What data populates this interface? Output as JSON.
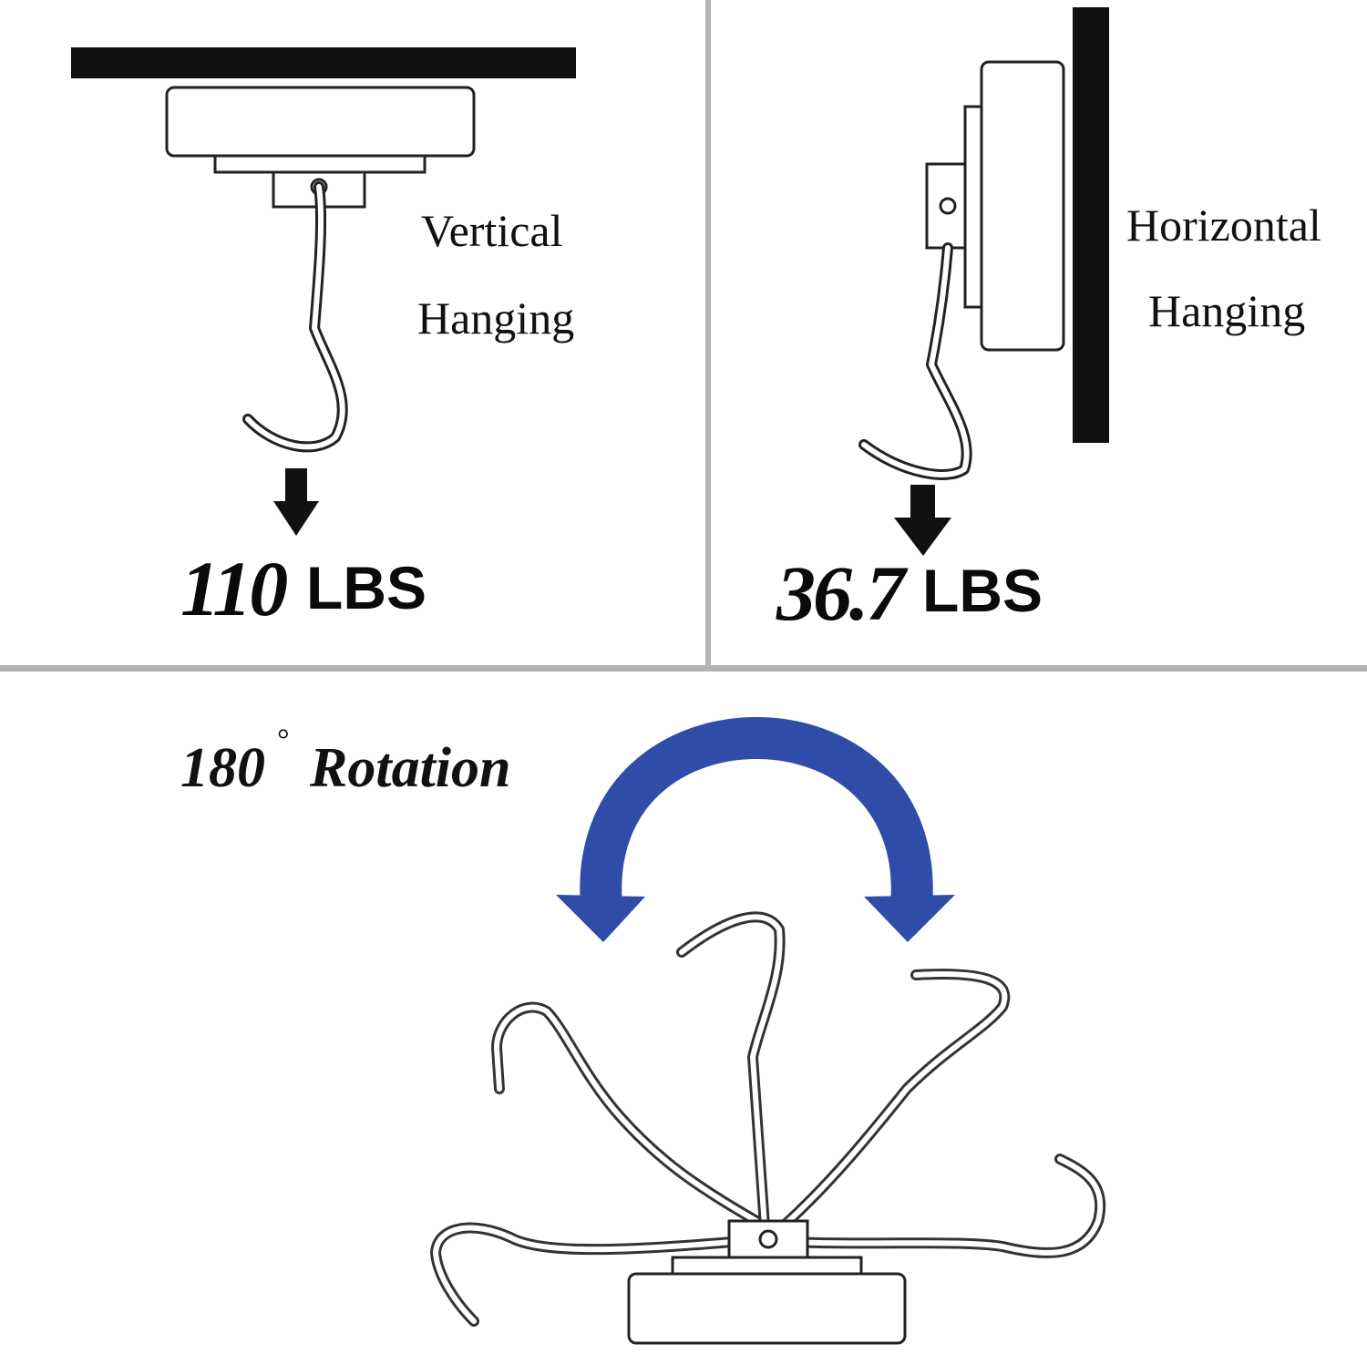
{
  "vertical": {
    "label_line1": "Vertical",
    "label_line2": "Hanging",
    "load_value": "110",
    "load_unit": "LBS"
  },
  "horizontal": {
    "label_line1": "Horizontal",
    "label_line2": "Hanging",
    "load_value": "36.7",
    "load_unit": "LBS"
  },
  "rotation": {
    "angle": "180",
    "degree_symbol": "°",
    "label": "Rotation",
    "arrow_color": "#2f4da8"
  },
  "colors": {
    "line": "#111111",
    "divider": "#b4b4b4",
    "hook_outline": "#333333"
  }
}
